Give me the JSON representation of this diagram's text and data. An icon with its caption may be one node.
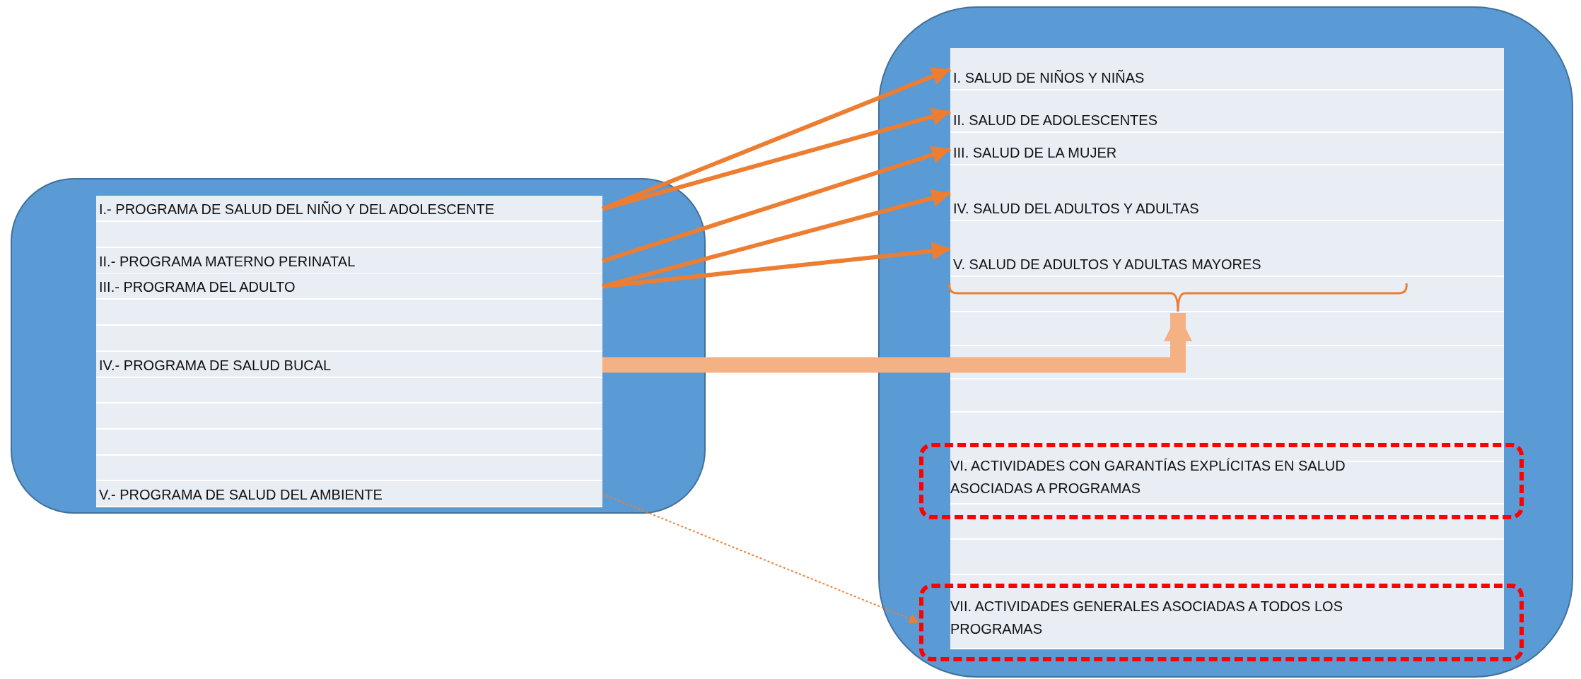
{
  "diagram": {
    "nodes": [
      {
        "text": [],
        "shape": "box"
      },
      {
        "text": [
          "I.- PROGRAMA DE SALUD DEL NIÑO Y DEL ADOLESCENTE"
        ],
        "in": 0
      },
      {
        "text": [
          "II.- PROGRAMA MATERNO PERINATAL"
        ],
        "in": 0
      },
      {
        "text": [
          "III.- PROGRAMA DEL ADULTO"
        ],
        "in": 0
      },
      {
        "text": [
          "IV.- PROGRAMA DE SALUD BUCAL"
        ],
        "in": 0
      },
      {
        "text": [
          "V.- PROGRAMA DE SALUD DEL AMBIENTE"
        ],
        "in": 0
      },
      {
        "text": [],
        "shape": "box"
      },
      {
        "text": [
          "I. SALUD DE NIÑOS Y NIÑAS"
        ],
        "in": 6
      },
      {
        "text": [
          "II. SALUD DE ADOLESCENTES"
        ],
        "in": 6
      },
      {
        "text": [
          "III. SALUD DE LA MUJER"
        ],
        "in": 6
      },
      {
        "text": [
          "IV. SALUD DEL ADULTOS Y ADULTAS"
        ],
        "in": 6
      },
      {
        "text": [
          "V. SALUD DE ADULTOS Y ADULTAS MAYORES"
        ],
        "in": 6
      },
      {
        "text": [],
        "shape": "brace",
        "in": 6
      },
      {
        "text": [
          "VI. ACTIVIDADES CON GARANTÍAS EXPLÍCITAS EN SALUD ASOCIADAS A PROGRAMAS"
        ],
        "in": 6
      },
      {
        "text": [
          "VII. ACTIVIDADES GENERALES ASOCIADAS A TODOS LOS PROGRAMAS"
        ],
        "in": 6
      }
    ],
    "edges": [
      {
        "from": 1,
        "to": 7,
        "arrow": "to"
      },
      {
        "from": 1,
        "to": 8,
        "arrow": "to"
      },
      {
        "from": 2,
        "to": 9,
        "arrow": "to"
      },
      {
        "from": 3,
        "to": 10,
        "arrow": "to"
      },
      {
        "from": 3,
        "to": 11,
        "arrow": "to"
      },
      {
        "from": 4,
        "to": 12,
        "arrow": "to",
        "style": "thick",
        "color": "#f4b183"
      },
      {
        "from": 5,
        "to": 14,
        "arrow": "to",
        "style": "dashed"
      }
    ]
  }
}
